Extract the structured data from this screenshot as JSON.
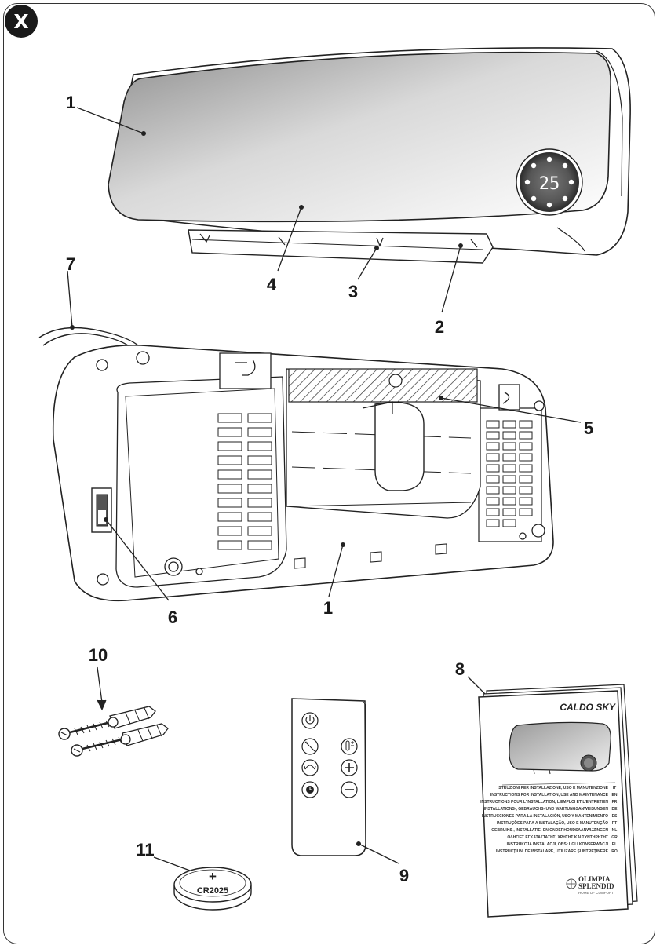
{
  "badge": "X",
  "callouts": {
    "c1_top": "1",
    "c4": "4",
    "c3": "3",
    "c2": "2",
    "c7": "7",
    "c5": "5",
    "c6": "6",
    "c1_bottom": "1",
    "c10": "10",
    "c8": "8",
    "c9": "9",
    "c11": "11"
  },
  "display_value": "25",
  "battery": {
    "symbol": "+",
    "model": "CR2025"
  },
  "manual": {
    "title": "CALDO SKY",
    "brand_line1": "OLIMPIA",
    "brand_line2": "SPLENDID",
    "brand_tagline": "HOME OF COMFORT",
    "sections": [
      {
        "text": "ISTRUZIONI PER INSTALLAZIONE, USO E MANUTENZIONE",
        "code": "IT"
      },
      {
        "text": "INSTRUCTIONS FOR INSTALLATION, USE AND MAINTENANCE",
        "code": "EN"
      },
      {
        "text": "INSTRUCTIONS POUR L'INSTALLATION, L'EMPLOI ET L'ENTRETIEN",
        "code": "FR"
      },
      {
        "text": "INSTALLATIONS-, GEBRAUCHS- UND WARTUNGSANWEISUNGEN",
        "code": "DE"
      },
      {
        "text": "INSTRUCCIONES PARA LA INSTALACIÓN, USO Y MANTENIMIENTO",
        "code": "ES"
      },
      {
        "text": "INSTRUÇÕES PARA A INSTALAÇÃO, USO E MANUTENÇÃO",
        "code": "PT"
      },
      {
        "text": "GEBRUIKS-, INSTALLATIE- EN ONDERHOUDSAANWIJZINGEN",
        "code": "NL"
      },
      {
        "text": "ΟΔΗΓΙΕΣ ΕΓΚΑΤΑΣΤΑΣΗΣ, ΧΡΗΣΗΣ ΚΑΙ ΣΥΝΤΗΡΗΣΗΣ",
        "code": "GR"
      },
      {
        "text": "INSTRUKCJA INSTALACJI, OBSŁUGI I KONSERWACJI",
        "code": "PL"
      },
      {
        "text": "INSTRUCȚIUNI DE INSTALARE, UTILIZARE ȘI ÎNTREȚINERE",
        "code": "RO"
      }
    ]
  },
  "icons": {
    "power": "power-icon",
    "mode": "mode-icon",
    "temperature": "thermometer-icon",
    "oscillation": "oscillation-icon",
    "plus": "plus-icon",
    "timer": "timer-icon",
    "minus": "minus-icon"
  }
}
